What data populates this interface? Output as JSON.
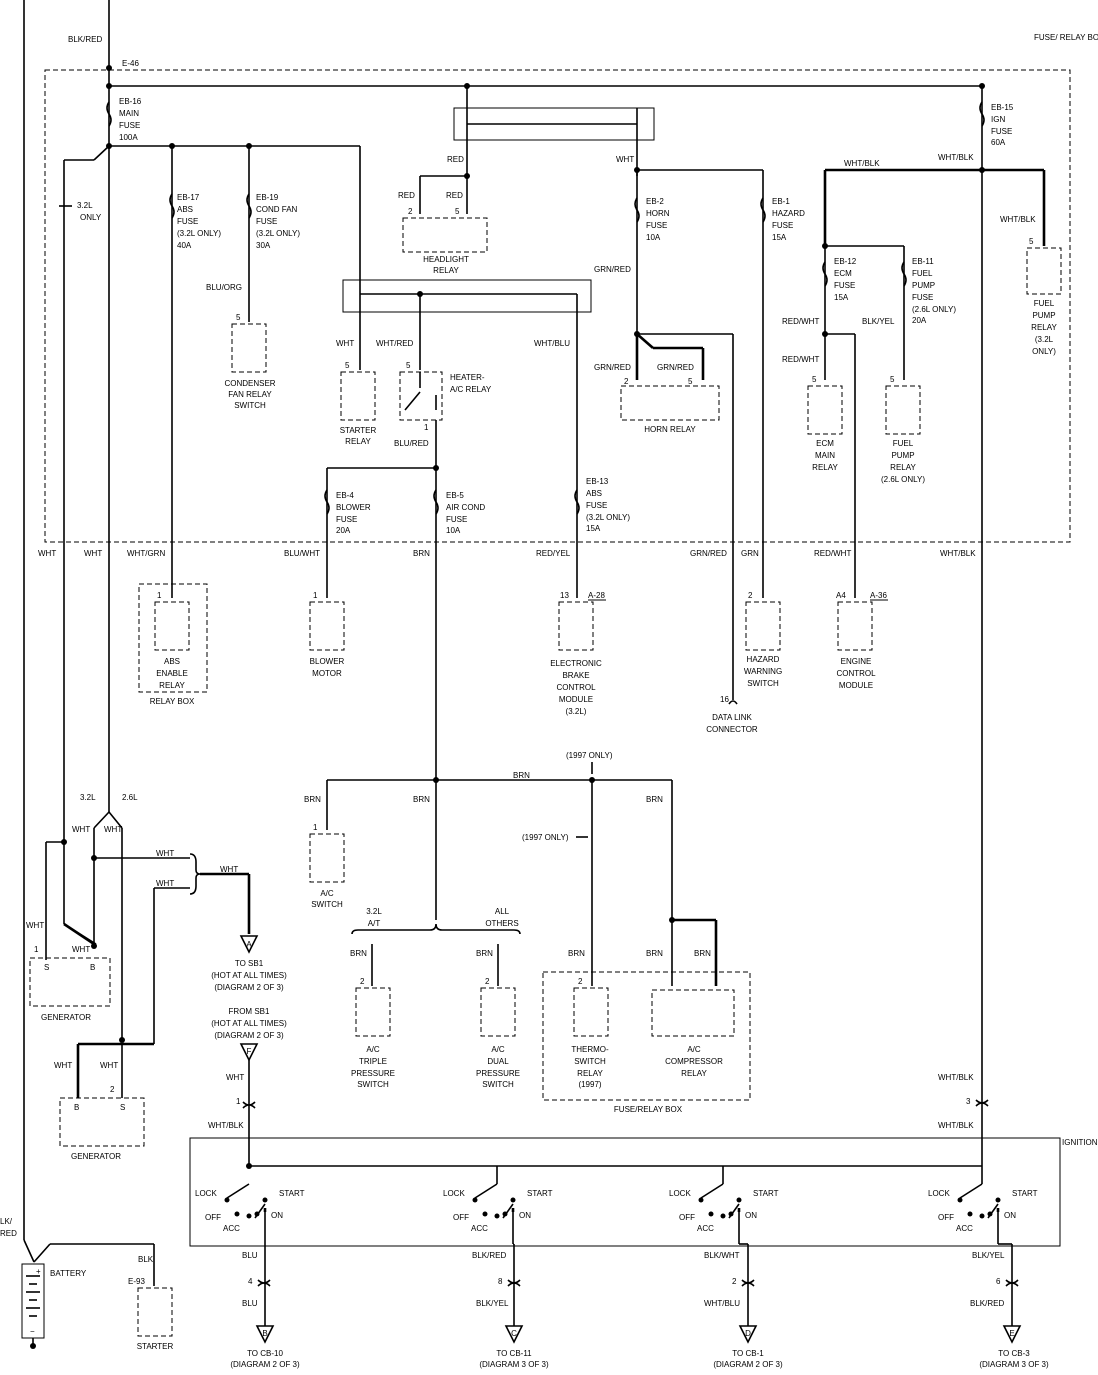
{
  "title": "",
  "boxes": {
    "fuse_relay_box": "FUSE/ RELAY BOX",
    "relay_box": "RELAY BOX",
    "fuse_relay_box_lower": "FUSE/RELAY BOX",
    "ignition_switch": "IGNITION SWITCH"
  },
  "splices": {
    "e46": "E-46",
    "e93": "E-93"
  },
  "fuses": [
    {
      "id": "EB-16",
      "desc": [
        "MAIN",
        "FUSE"
      ],
      "rating": "100A"
    },
    {
      "id": "EB-17",
      "desc": [
        "ABS",
        "FUSE",
        "(3.2L ONLY)"
      ],
      "rating": "40A"
    },
    {
      "id": "EB-19",
      "desc": [
        "COND FAN",
        "FUSE",
        "(3.2L ONLY)"
      ],
      "rating": "30A"
    },
    {
      "id": "EB-2",
      "desc": [
        "HORN",
        "FUSE"
      ],
      "rating": "10A"
    },
    {
      "id": "EB-1",
      "desc": [
        "HAZARD",
        "FUSE"
      ],
      "rating": "15A"
    },
    {
      "id": "EB-15",
      "desc": [
        "IGN",
        "FUSE"
      ],
      "rating": "60A"
    },
    {
      "id": "EB-12",
      "desc": [
        "ECM",
        "FUSE"
      ],
      "rating": "15A"
    },
    {
      "id": "EB-11",
      "desc": [
        "FUEL",
        "PUMP",
        "FUSE",
        "(2.6L ONLY)"
      ],
      "rating": "20A"
    },
    {
      "id": "EB-4",
      "desc": [
        "BLOWER",
        "FUSE"
      ],
      "rating": "20A"
    },
    {
      "id": "EB-5",
      "desc": [
        "AIR COND",
        "FUSE"
      ],
      "rating": "10A"
    },
    {
      "id": "EB-13",
      "desc": [
        "ABS",
        "FUSE",
        "(3.2L ONLY)"
      ],
      "rating": "15A"
    }
  ],
  "components": {
    "headlight_relay": [
      "HEADLIGHT",
      "RELAY"
    ],
    "condenser_fan": [
      "CONDENSER",
      "FAN RELAY",
      "SWITCH"
    ],
    "starter_relay": [
      "STARTER",
      "RELAY"
    ],
    "heater_relay": [
      "HEATER-",
      "A/C RELAY"
    ],
    "horn_relay": [
      "HORN RELAY"
    ],
    "ecm_relay": [
      "ECM",
      "MAIN",
      "RELAY"
    ],
    "fuel_pump_relay_26": [
      "FUEL",
      "PUMP",
      "RELAY",
      "(2.6L ONLY)"
    ],
    "fuel_pump_relay_32": [
      "FUEL",
      "PUMP",
      "RELAY",
      "(3.2L",
      "ONLY)"
    ],
    "abs_relay": [
      "ABS",
      "ENABLE",
      "RELAY"
    ],
    "blower_motor": [
      "BLOWER",
      "MOTOR"
    ],
    "ebcm": [
      "ELECTRONIC",
      "BRAKE",
      "CONTROL",
      "MODULE",
      "(3.2L)"
    ],
    "dlc": [
      "DATA LINK",
      "CONNECTOR"
    ],
    "hazard_switch": [
      "HAZARD",
      "WARNING",
      "SWITCH"
    ],
    "ecm": [
      "ENGINE",
      "CONTROL",
      "MODULE"
    ],
    "ac_switch": [
      "A/C",
      "SWITCH"
    ],
    "triple_switch": [
      "A/C",
      "TRIPLE",
      "PRESSURE",
      "SWITCH"
    ],
    "dual_switch": [
      "A/C",
      "DUAL",
      "PRESSURE",
      "SWITCH"
    ],
    "thermo_relay": [
      "THERMO-",
      "SWITCH",
      "RELAY",
      "(1997)"
    ],
    "compressor_relay": [
      "A/C",
      "COMPRESSOR",
      "RELAY"
    ],
    "generator1": [
      "GENERATOR"
    ],
    "generator2": [
      "GENERATOR"
    ],
    "battery": [
      "BATTERY"
    ],
    "starter": [
      "STARTER"
    ]
  },
  "wires": {
    "blk_red": "BLK/RED",
    "red": "RED",
    "wht": "WHT",
    "wht_blk": "WHT/BLK",
    "blu_org": "BLU/ORG",
    "wht_red": "WHT/RED",
    "wht_blu": "WHT/BLU",
    "blu_red": "BLU/RED",
    "grn_red": "GRN/RED",
    "red_wht": "RED/WHT",
    "blk_yel": "BLK/YEL",
    "wht_grn": "WHT/GRN",
    "blu_wht": "BLU/WHT",
    "brn": "BRN",
    "red_yel": "RED/YEL",
    "grn": "GRN",
    "blu": "BLU",
    "blk_wht": "BLK/WHT",
    "blk": "BLK"
  },
  "notes": {
    "only32": [
      "3.2L",
      "ONLY"
    ],
    "v32": "3.2L",
    "v26": "2.6L",
    "y1997": "(1997 ONLY)",
    "v32at": [
      "3.2L",
      "A/T"
    ],
    "others": [
      "ALL",
      "OTHERS"
    ]
  },
  "pins": {
    "p1": "1",
    "p2": "2",
    "p3": "3",
    "p4": "4",
    "p5": "5",
    "p6": "6",
    "p8": "8",
    "p13": "13",
    "p16": "16",
    "a4": "A4",
    "a28": "A-28",
    "a36": "A-36",
    "s": "S",
    "b": "B"
  },
  "connectors": {
    "to_sb1": [
      "TO SB1",
      "(HOT AT ALL TIMES)",
      "(DIAGRAM 2 OF 3)"
    ],
    "from_sb1": [
      "FROM SB1",
      "(HOT AT ALL TIMES)",
      "(DIAGRAM 2 OF 3)"
    ],
    "cb10": [
      "TO CB-10",
      "(DIAGRAM 2 OF 3)"
    ],
    "cb11": [
      "TO CB-11",
      "(DIAGRAM 3 OF 3)"
    ],
    "cb1": [
      "TO CB-1",
      "(DIAGRAM 2 OF 3)"
    ],
    "cb3": [
      "TO CB-3",
      "(DIAGRAM 3 OF 3)"
    ],
    "letters": [
      "A",
      "F",
      "B",
      "C",
      "D",
      "E"
    ]
  },
  "switch_pos": {
    "lock": "LOCK",
    "off": "OFF",
    "acc": "ACC",
    "on": "ON",
    "start": "START"
  }
}
